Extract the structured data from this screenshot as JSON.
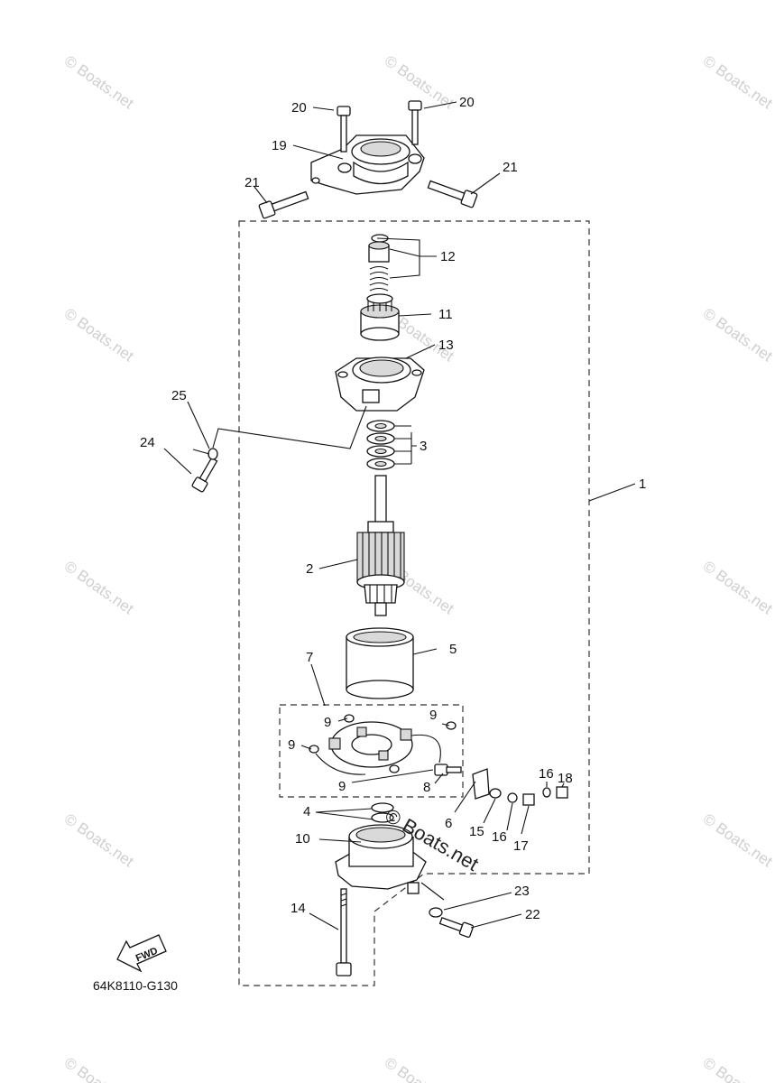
{
  "callouts": {
    "c1": "1",
    "c2": "2",
    "c3": "3",
    "c4": "4",
    "c5": "5",
    "c6": "6",
    "c7": "7",
    "c8": "8",
    "c9a": "9",
    "c9b": "9",
    "c9c": "9",
    "c9d": "9",
    "c10": "10",
    "c11": "11",
    "c12": "12",
    "c13": "13",
    "c14": "14",
    "c15": "15",
    "c16a": "16",
    "c16b": "16",
    "c17": "17",
    "c18": "18",
    "c19": "19",
    "c20a": "20",
    "c20b": "20",
    "c21a": "21",
    "c21b": "21",
    "c22": "22",
    "c23": "23",
    "c24": "24",
    "c25": "25"
  },
  "fwd_label": "FWD",
  "diagram_code": "64K8110-G130",
  "watermark": "© Boats.net"
}
